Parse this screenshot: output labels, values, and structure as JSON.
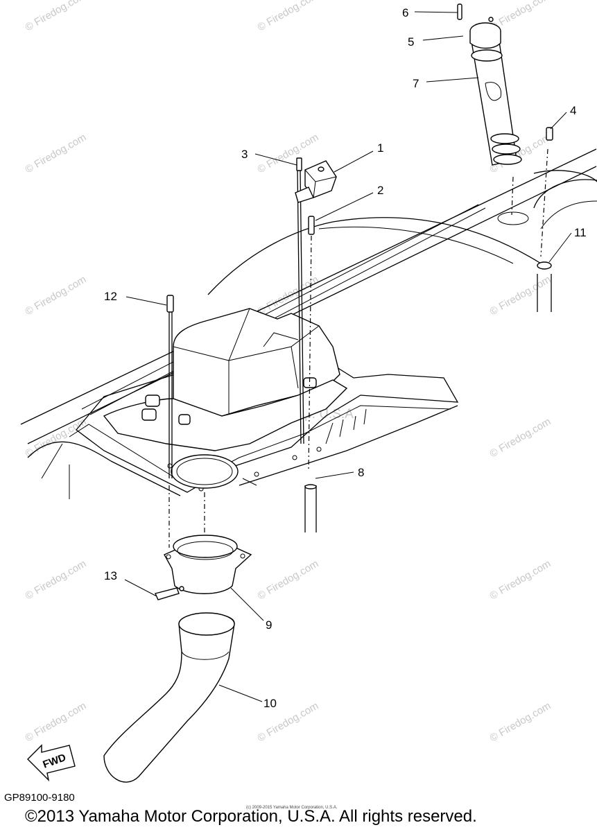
{
  "diagram": {
    "callouts": [
      {
        "id": "1",
        "label": "1"
      },
      {
        "id": "2",
        "label": "2"
      },
      {
        "id": "3",
        "label": "3"
      },
      {
        "id": "4",
        "label": "4"
      },
      {
        "id": "5",
        "label": "5"
      },
      {
        "id": "6",
        "label": "6"
      },
      {
        "id": "7",
        "label": "7"
      },
      {
        "id": "8",
        "label": "8"
      },
      {
        "id": "9",
        "label": "9"
      },
      {
        "id": "10",
        "label": "10"
      },
      {
        "id": "11",
        "label": "11"
      },
      {
        "id": "12",
        "label": "12"
      },
      {
        "id": "13",
        "label": "13"
      }
    ],
    "watermark": "© Firedog.com",
    "center_watermark": "Yamaha Motor Corp. U.S.A.",
    "fwd_label": "FWD"
  },
  "footer": {
    "part_code": "GP89100-9180",
    "small_notice": "(c) 2009-2015 Yamaha Motor Corporation, U.S.A.",
    "copyright": "©2013 Yamaha Motor Corporation, U.S.A. All rights reserved."
  }
}
